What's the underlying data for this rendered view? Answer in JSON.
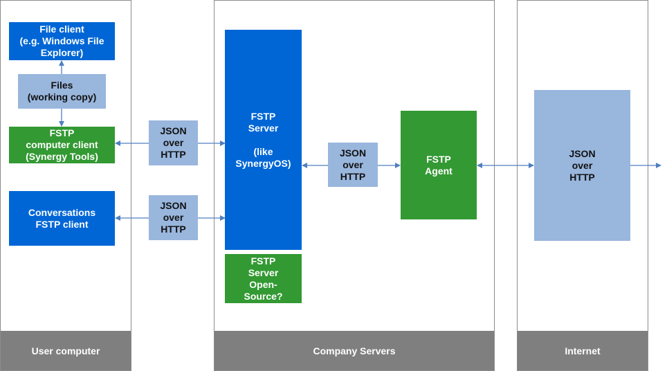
{
  "zones": {
    "user_computer": "User computer",
    "company_servers": "Company Servers",
    "internet": "Internet"
  },
  "boxes": {
    "file_client": "File client\n(e.g. Windows File\nExplorer)",
    "files": "Files\n(working copy)",
    "fstp_computer_client": "FSTP\ncomputer client\n(Synergy Tools)",
    "conversations_client": "Conversations\nFSTP client",
    "json_http_1": "JSON\nover\nHTTP",
    "json_http_2": "JSON\nover\nHTTP",
    "fstp_server": "FSTP\nServer\n\n(like\nSynergyOS)",
    "fstp_server_open_source": "FSTP\nServer\nOpen-\nSource?",
    "json_http_3": "JSON\nover\nHTTP",
    "fstp_agent": "FSTP\nAgent",
    "json_http_internet": "JSON\nover\nHTTP"
  },
  "colors": {
    "blue": "#0066d6",
    "green": "#339933",
    "light_blue": "#99b6dd",
    "zone_footer": "#7f7f7f",
    "arrow": "#4f7fc0"
  }
}
